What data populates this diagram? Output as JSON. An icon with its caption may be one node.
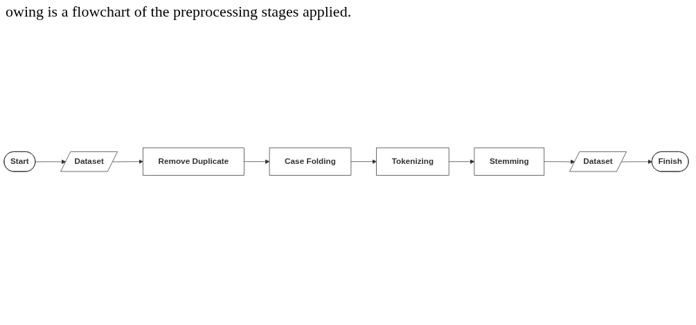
{
  "diagram": {
    "nodes": [
      {
        "text": [
          "Start"
        ]
      },
      {
        "text": [
          "Dataset"
        ]
      },
      {
        "text": [
          "Remove Duplicate"
        ]
      },
      {
        "text": [
          "Case Folding"
        ]
      },
      {
        "text": [
          "Tokenizing"
        ]
      },
      {
        "text": [
          "Stemming"
        ]
      },
      {
        "text": [
          "Dataset"
        ]
      },
      {
        "text": [
          "Finish"
        ]
      }
    ],
    "edges": [
      {
        "from": 0,
        "to": 1,
        "arrow": "to"
      },
      {
        "from": 1,
        "to": 2,
        "arrow": "to"
      },
      {
        "from": 2,
        "to": 3,
        "arrow": "to"
      },
      {
        "from": 3,
        "to": 4,
        "arrow": "to"
      },
      {
        "from": 4,
        "to": 5,
        "arrow": "to"
      },
      {
        "from": 5,
        "to": 6,
        "arrow": "to"
      },
      {
        "from": 6,
        "to": 7,
        "arrow": "to"
      }
    ],
    "labels": [
      "owing is a flowchart of the preprocessing stages applied."
    ]
  }
}
